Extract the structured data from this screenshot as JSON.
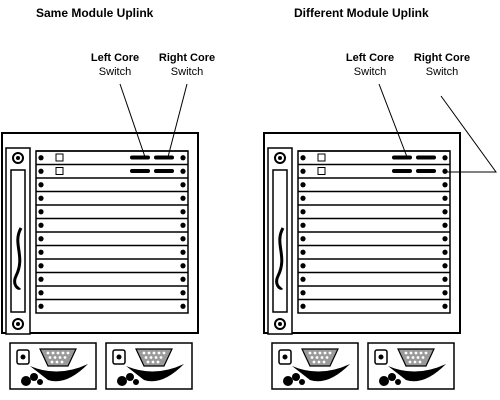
{
  "titles": {
    "left": "Same Module Uplink",
    "right": "Different Module Uplink"
  },
  "labels": {
    "left_core": {
      "bold": "Left Core",
      "regular": "Switch"
    },
    "right_core": {
      "bold": "Right Core",
      "regular": "Switch"
    }
  },
  "chassis": {
    "slot_count": 12,
    "power_supplies_per_chassis": 2
  },
  "colors": {
    "stroke": "#000000",
    "fill": "#ffffff",
    "power_grille": "#9a9a9a"
  }
}
